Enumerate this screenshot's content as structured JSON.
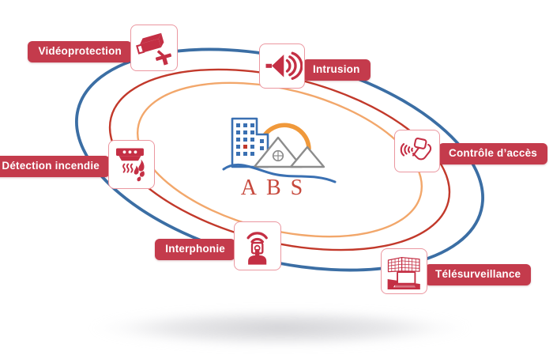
{
  "brand": {
    "name": "ABS"
  },
  "diagram": {
    "title_visible": false,
    "nodes": [
      {
        "id": "videoprotection",
        "label": "Vidéoprotection",
        "icon": "cctv-camera-icon",
        "label_side": "left"
      },
      {
        "id": "intrusion",
        "label": "Intrusion",
        "icon": "siren-icon",
        "label_side": "right"
      },
      {
        "id": "controle-acces",
        "label": "Contrôle d’accès",
        "icon": "badge-reader-icon",
        "label_side": "right"
      },
      {
        "id": "detection-incendie",
        "label": "Détection incendie",
        "icon": "smoke-detector-icon",
        "label_side": "left"
      },
      {
        "id": "interphonie",
        "label": "Interphonie",
        "icon": "intercom-button-icon",
        "label_side": "left"
      },
      {
        "id": "telesurveillance",
        "label": "Télésurveillance",
        "icon": "monitoring-wall-icon",
        "label_side": "right"
      }
    ],
    "rings": [
      {
        "name": "outer",
        "color": "#3b6ea4"
      },
      {
        "name": "middle",
        "color": "#c2392b"
      },
      {
        "name": "inner",
        "color": "#f2a76b"
      }
    ]
  },
  "colors": {
    "label_background": "#c43b4c",
    "label_text": "#ffffff",
    "icon_red": "#c42f44",
    "box_border": "#eb97a0",
    "brand_text": "#c7493d",
    "logo_building_blue": "#3a70b2",
    "logo_sun_orange": "#f0993b",
    "logo_roof_gray": "#8c8c8c"
  }
}
